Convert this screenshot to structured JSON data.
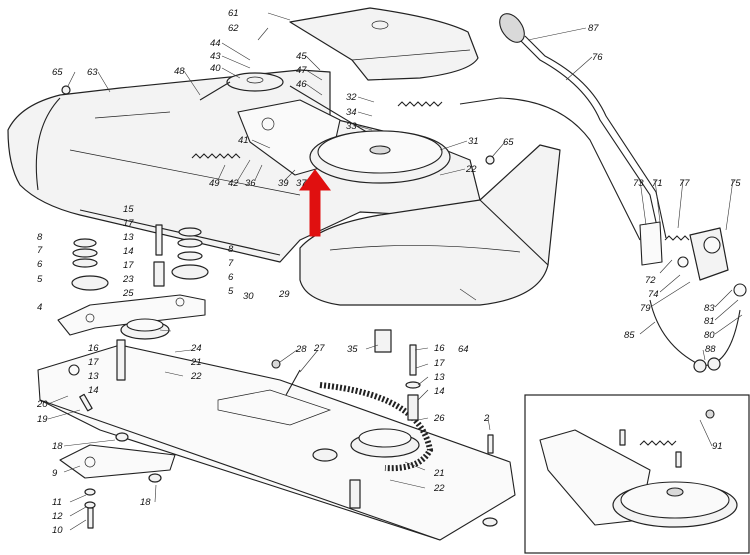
{
  "callouts": [
    {
      "id": "c61",
      "text": "61"
    },
    {
      "id": "c62",
      "text": "62"
    },
    {
      "id": "c87",
      "text": "87"
    },
    {
      "id": "c76",
      "text": "76"
    },
    {
      "id": "c44",
      "text": "44"
    },
    {
      "id": "c43",
      "text": "43"
    },
    {
      "id": "c40",
      "text": "40"
    },
    {
      "id": "c45",
      "text": "45"
    },
    {
      "id": "c47",
      "text": "47"
    },
    {
      "id": "c46",
      "text": "46"
    },
    {
      "id": "c32",
      "text": "32"
    },
    {
      "id": "c34",
      "text": "34"
    },
    {
      "id": "c33",
      "text": "33"
    },
    {
      "id": "c65a",
      "text": "65"
    },
    {
      "id": "c63",
      "text": "63"
    },
    {
      "id": "c48",
      "text": "48"
    },
    {
      "id": "c41",
      "text": "41"
    },
    {
      "id": "c31",
      "text": "31"
    },
    {
      "id": "c65b",
      "text": "65"
    },
    {
      "id": "c22a",
      "text": "22"
    },
    {
      "id": "c49",
      "text": "49"
    },
    {
      "id": "c42",
      "text": "42"
    },
    {
      "id": "c36",
      "text": "36"
    },
    {
      "id": "c39",
      "text": "39"
    },
    {
      "id": "c37",
      "text": "37"
    },
    {
      "id": "c73",
      "text": "73"
    },
    {
      "id": "c71",
      "text": "71"
    },
    {
      "id": "c77",
      "text": "77"
    },
    {
      "id": "c75",
      "text": "75"
    },
    {
      "id": "c15",
      "text": "15"
    },
    {
      "id": "c17a",
      "text": "17"
    },
    {
      "id": "c13a",
      "text": "13"
    },
    {
      "id": "c14a",
      "text": "14"
    },
    {
      "id": "c17b",
      "text": "17"
    },
    {
      "id": "c23",
      "text": "23"
    },
    {
      "id": "c8a",
      "text": "8"
    },
    {
      "id": "c7a",
      "text": "7"
    },
    {
      "id": "c6a",
      "text": "6"
    },
    {
      "id": "c5a",
      "text": "5"
    },
    {
      "id": "c8b",
      "text": "8"
    },
    {
      "id": "c7b",
      "text": "7"
    },
    {
      "id": "c6b",
      "text": "6"
    },
    {
      "id": "c5b",
      "text": "5"
    },
    {
      "id": "c30",
      "text": "30"
    },
    {
      "id": "c29",
      "text": "29"
    },
    {
      "id": "c72",
      "text": "72"
    },
    {
      "id": "c74",
      "text": "74"
    },
    {
      "id": "c79",
      "text": "79"
    },
    {
      "id": "c4",
      "text": "4"
    },
    {
      "id": "c25",
      "text": "25"
    },
    {
      "id": "c83",
      "text": "83"
    },
    {
      "id": "c81",
      "text": "81"
    },
    {
      "id": "c80",
      "text": "80"
    },
    {
      "id": "c85",
      "text": "85"
    },
    {
      "id": "c16a",
      "text": "16"
    },
    {
      "id": "c24",
      "text": "24"
    },
    {
      "id": "c17c",
      "text": "17"
    },
    {
      "id": "c21a",
      "text": "21"
    },
    {
      "id": "c13b",
      "text": "13"
    },
    {
      "id": "c22b",
      "text": "22"
    },
    {
      "id": "c14b",
      "text": "14"
    },
    {
      "id": "c28",
      "text": "28"
    },
    {
      "id": "c27",
      "text": "27"
    },
    {
      "id": "c35",
      "text": "35"
    },
    {
      "id": "c16b",
      "text": "16"
    },
    {
      "id": "c17d",
      "text": "17"
    },
    {
      "id": "c13c",
      "text": "13"
    },
    {
      "id": "c64",
      "text": "64"
    },
    {
      "id": "c88",
      "text": "88"
    },
    {
      "id": "c20",
      "text": "20"
    },
    {
      "id": "c19",
      "text": "19"
    },
    {
      "id": "c14c",
      "text": "14"
    },
    {
      "id": "c26",
      "text": "26"
    },
    {
      "id": "c2",
      "text": "2"
    },
    {
      "id": "c18a",
      "text": "18"
    },
    {
      "id": "c9",
      "text": "9"
    },
    {
      "id": "c21b",
      "text": "21"
    },
    {
      "id": "c22c",
      "text": "22"
    },
    {
      "id": "c11",
      "text": "11"
    },
    {
      "id": "c18b",
      "text": "18"
    },
    {
      "id": "c12",
      "text": "12"
    },
    {
      "id": "c10",
      "text": "10"
    },
    {
      "id": "c91",
      "text": "91"
    }
  ],
  "colors": {
    "highlight_arrow": "#e01010",
    "ink": "#222222"
  }
}
